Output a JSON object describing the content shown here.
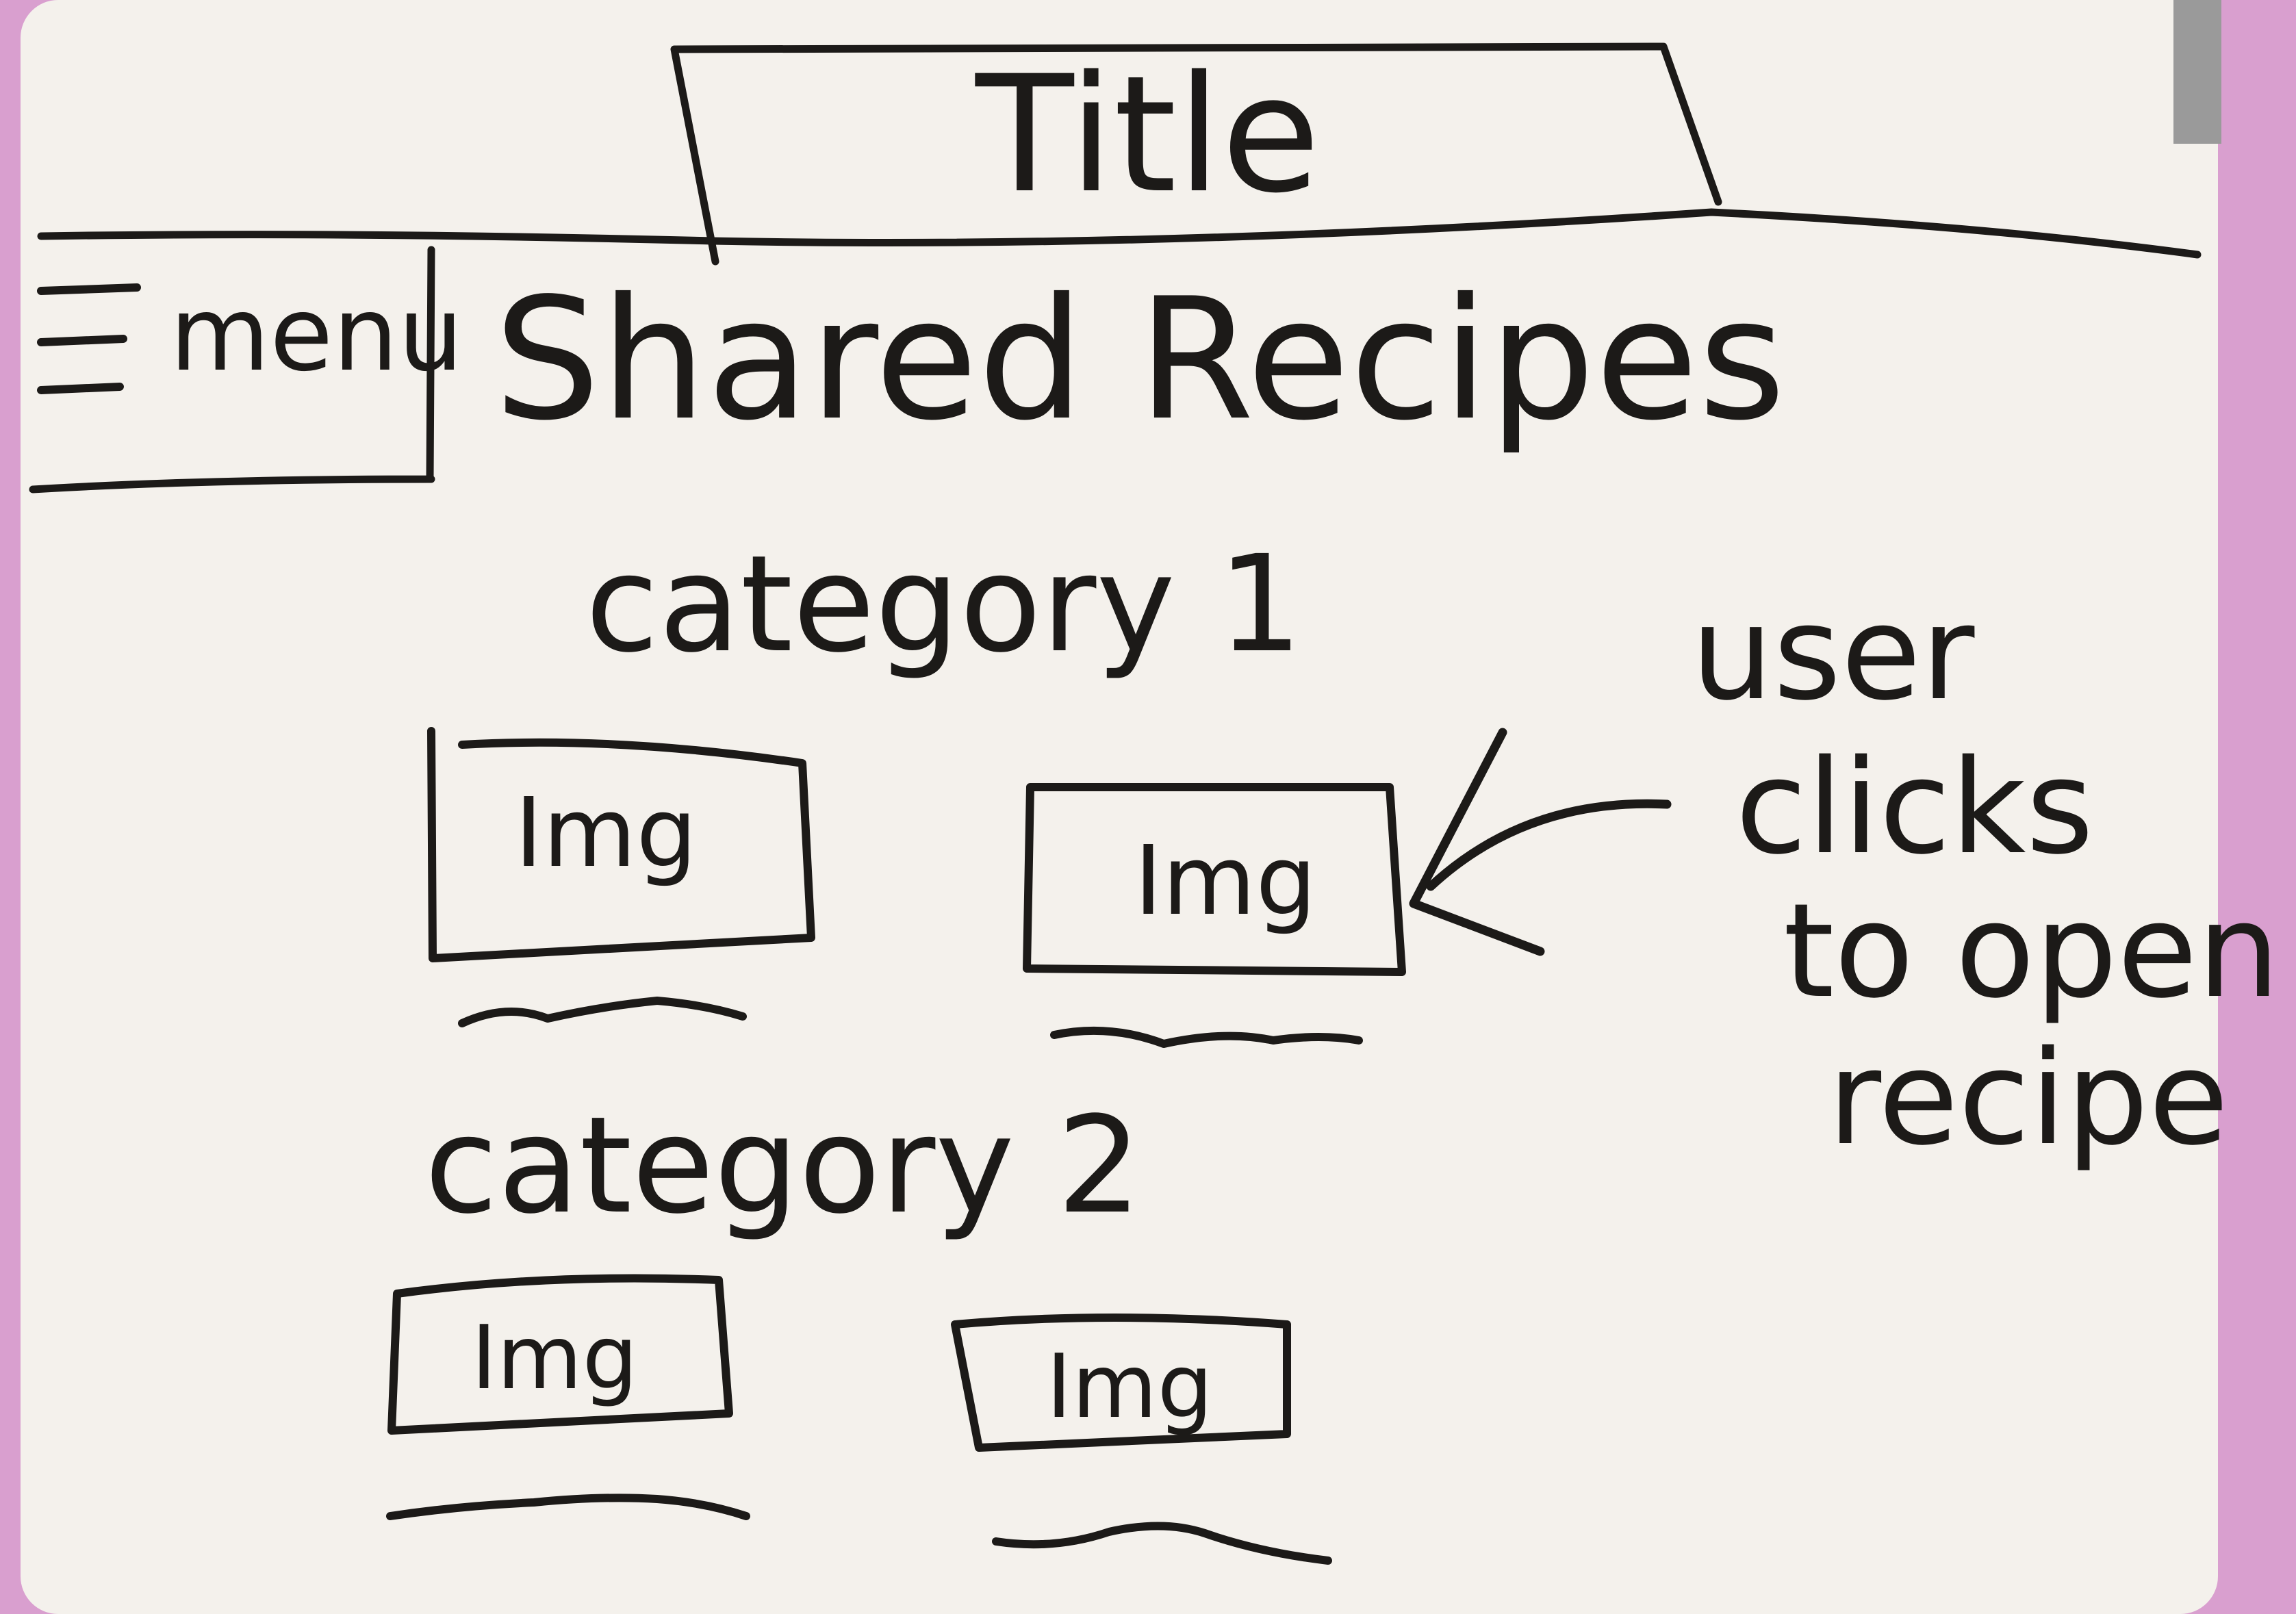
{
  "header": {
    "title": "Title",
    "menu_label": "menu",
    "menu_icon": "hamburger-icon"
  },
  "page": {
    "heading": "Shared Recipes"
  },
  "categories": [
    {
      "label": "category 1",
      "cards": [
        {
          "image_label": "Img"
        },
        {
          "image_label": "Img"
        }
      ]
    },
    {
      "label": "category 2",
      "cards": [
        {
          "image_label": "Img"
        },
        {
          "image_label": "Img"
        }
      ]
    }
  ],
  "annotation": {
    "lines": [
      "user",
      "clicks",
      "to open",
      "recipe"
    ]
  },
  "colors": {
    "background": "#d99fcf",
    "whiteboard": "#f4f1ec",
    "marker": "#1c1a18"
  }
}
